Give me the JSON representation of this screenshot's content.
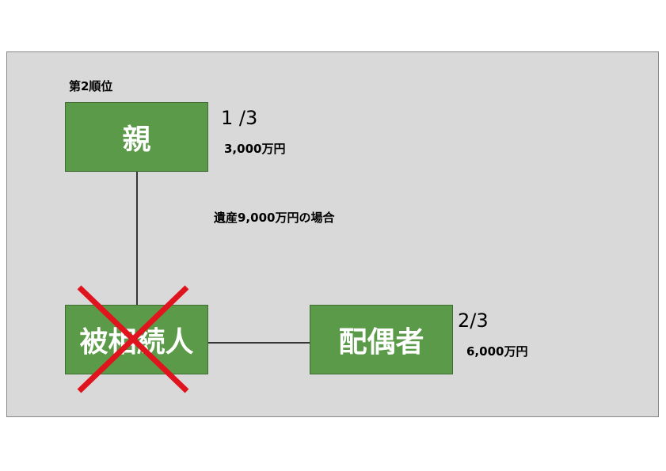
{
  "rank_label": "第2順位",
  "parent": {
    "label": "親",
    "fraction": "1 /3",
    "amount": "3,000万円"
  },
  "decedent": {
    "label": "被相続人"
  },
  "spouse": {
    "label": "配偶者",
    "fraction": "2/3",
    "amount": "6,000万円"
  },
  "estate_note": "遺産9,000万円の場合",
  "colors": {
    "box_fill": "#5a9a48",
    "cross": "#e0141e",
    "background": "#d9d9d9"
  }
}
